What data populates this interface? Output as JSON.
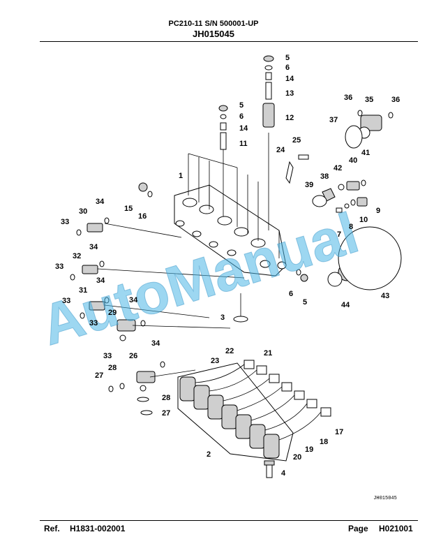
{
  "header": {
    "model_line": "PC210-11 S/N 500001-UP",
    "code": "JH015045"
  },
  "diagram": {
    "image_code": "JH015045",
    "watermark": "AutoManual",
    "callouts": [
      "1",
      "2",
      "3",
      "4",
      "5",
      "6",
      "7",
      "8",
      "9",
      "10",
      "11",
      "12",
      "13",
      "14",
      "15",
      "16",
      "17",
      "18",
      "19",
      "20",
      "21",
      "22",
      "23",
      "24",
      "25",
      "26",
      "27",
      "28",
      "29",
      "30",
      "31",
      "32",
      "33",
      "34",
      "35",
      "36",
      "37",
      "38",
      "39",
      "40",
      "41",
      "42",
      "43",
      "44"
    ]
  },
  "footer": {
    "ref_label": "Ref.",
    "ref_value": "H1831-002001",
    "page_label": "Page",
    "page_value": "H021001"
  }
}
